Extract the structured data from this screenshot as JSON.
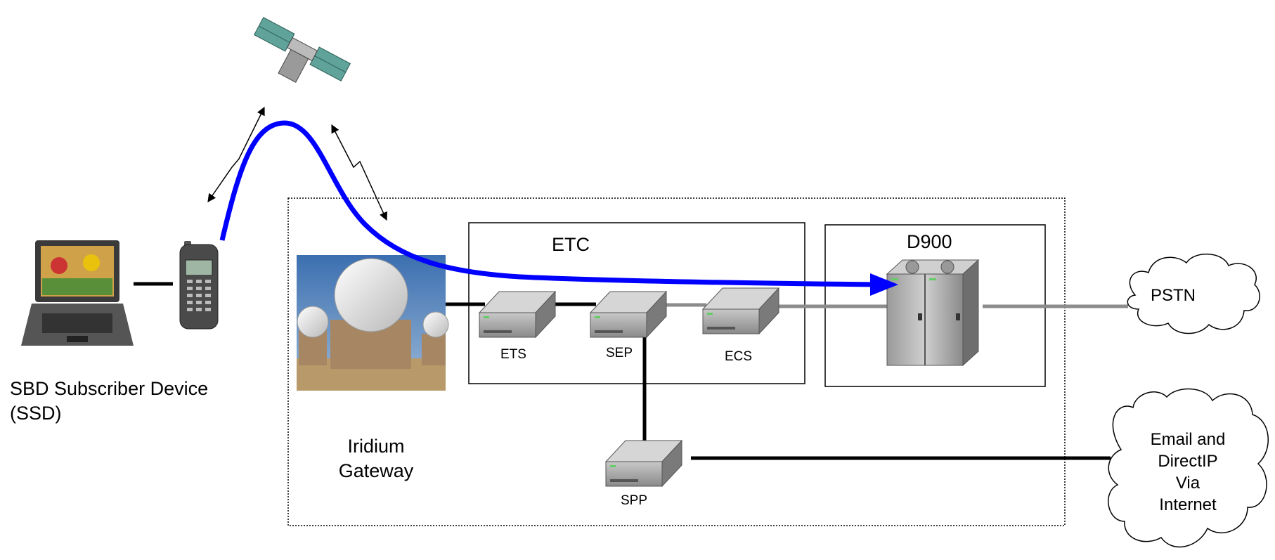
{
  "labels": {
    "ssd": [
      "SBD Subscriber Device",
      "(SSD)"
    ],
    "gateway": [
      "Iridium",
      "Gateway"
    ],
    "etc": "ETC",
    "d900": "D900",
    "ets": "ETS",
    "sep": "SEP",
    "ecs": "ECS",
    "spp": "SPP",
    "pstn": "PSTN",
    "internet_cloud": [
      "Email and",
      "DirectIP",
      "Via",
      "Internet"
    ]
  },
  "colors": {
    "message_path": "#0000ff",
    "black_link": "#000000",
    "gray_link": "#8c8c8c"
  },
  "icons": {
    "satellite": "satellite-icon",
    "laptop": "laptop-icon",
    "phone": "satellite-phone-icon",
    "gateway_photo": "gateway-domes-image",
    "server": "server-icon",
    "switch": "d900-switch-icon",
    "cloud": "cloud-icon"
  }
}
